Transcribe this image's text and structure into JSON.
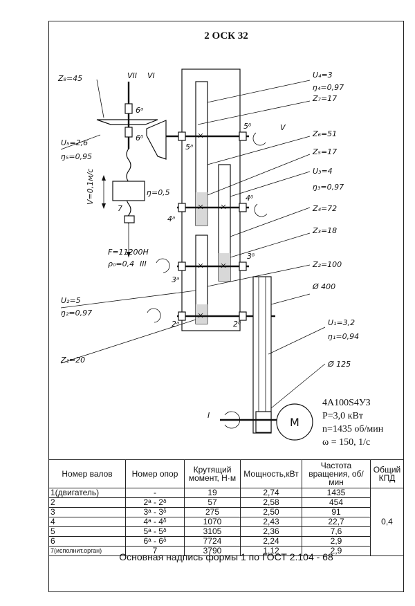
{
  "title": "2 ОСК 32",
  "labels": {
    "z8": "Z₈=45",
    "shaft_VII": "VII",
    "shaft_VI": "VI",
    "p6a": "6ᵃ",
    "p6b": "6ᵟ",
    "u5": "U₅=2,6",
    "eta5": "ŋ₅=0,95",
    "v": "V=0,1м/с",
    "eta7": "ŋ=0,5",
    "n7": "7",
    "force": "F=11200Н",
    "rho": "ρ₀=0,4",
    "shaft_III": "III",
    "p3a": "3ᵃ",
    "p4a": "4ᵃ",
    "p5a": "5ᵃ",
    "p2a": "2ᵃ",
    "p5b": "5ᵟ",
    "shaft_V": "V",
    "p4b": "4ᵟ",
    "p3b": "3ᵟ",
    "p2b": "2ᵟ",
    "u4": "U₄=3",
    "eta4": "ŋ₄=0,97",
    "z7": "Z₇=17",
    "z6": "Z₆=51",
    "z5": "Z₅=17",
    "u3": "U₃=4",
    "eta3": "ŋ₃=0,97",
    "z4": "Z₄=72",
    "z3": "Z₃=18",
    "z2": "Z₂=100",
    "d400": "Ø 400",
    "u2": "U₂=5",
    "eta2": "ŋ₂=0,97",
    "u1": "U₁=3,2",
    "eta1": "ŋ₁=0,94",
    "z1": "Z₁=20",
    "d125": "Ø 125",
    "shaft_I": "I",
    "motor": "M"
  },
  "motor_info": {
    "model": "4А100S4УЗ",
    "power": "P=3,0 кВт",
    "speed": "n=1435 об/мин",
    "omega": "ω = 150, 1/с"
  },
  "table": {
    "headers": [
      "Номер валов",
      "Номер опор",
      "Крутящий момент, Н·м",
      "Мощность,кВт",
      "Частота вращения, об/мин",
      "Общий КПД"
    ],
    "rows": [
      [
        "1(двигатель)",
        "-",
        "19",
        "2,74",
        "1435"
      ],
      [
        "2",
        "2ᵃ - 2ᵟ",
        "57",
        "2,58",
        "454"
      ],
      [
        "3",
        "3ᵃ - 3ᵟ",
        "275",
        "2,50",
        "91"
      ],
      [
        "4",
        "4ᵃ - 4ᵟ",
        "1070",
        "2,43",
        "22,7"
      ],
      [
        "5",
        "5ᵃ - 5ᵟ",
        "3105",
        "2,36",
        "7,6"
      ],
      [
        "6",
        "6ᵃ - 6ᵟ",
        "7724",
        "2,24",
        "2,9"
      ],
      [
        "7(исполнит.орган)",
        "7",
        "3790",
        "1,12",
        "2,9"
      ]
    ],
    "total_efficiency": "0,4"
  },
  "stamp": "Основная надпись формы 1 по ГОСТ 2.104 - 68"
}
